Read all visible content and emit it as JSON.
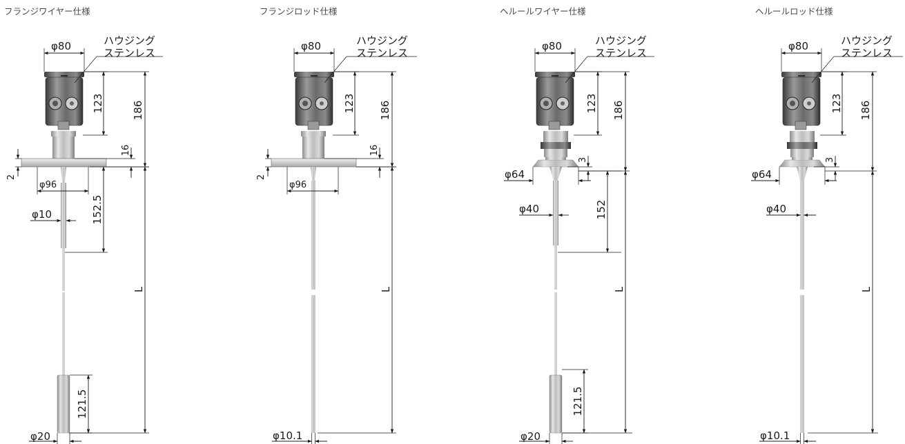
{
  "views": [
    {
      "title": "フランジワイヤー仕様",
      "housing_label": "ハウジング",
      "material_label": "ステンレス",
      "dim_housing_dia": "φ80",
      "dim_housing_h": "123",
      "dim_total_h": "186",
      "dim_conn_h": "16",
      "dim_plate_t": "2",
      "dim_conn_dia": "φ96",
      "dim_probe_dia": "φ10",
      "dim_probe_len": "152.5",
      "dim_L": "L",
      "dim_weight_len": "121.5",
      "dim_tip_dia": "φ20"
    },
    {
      "title": "フランジロッド仕様",
      "housing_label": "ハウジング",
      "material_label": "ステンレス",
      "dim_housing_dia": "φ80",
      "dim_housing_h": "123",
      "dim_total_h": "186",
      "dim_conn_h": "16",
      "dim_plate_t": "2",
      "dim_conn_dia": "φ96",
      "dim_L": "L",
      "dim_tip_dia": "φ10.1"
    },
    {
      "title": "ヘルールワイヤー仕様",
      "housing_label": "ハウジング",
      "material_label": "ステンレス",
      "dim_housing_dia": "φ80",
      "dim_housing_h": "123",
      "dim_total_h": "186",
      "dim_conn_h": "3",
      "dim_conn_dia": "φ64",
      "dim_probe_dia": "φ40",
      "dim_probe_len": "152",
      "dim_L": "L",
      "dim_weight_len": "121.5",
      "dim_tip_dia": "φ20"
    },
    {
      "title": "ヘルールロッド仕様",
      "housing_label": "ハウジング",
      "material_label": "ステンレス",
      "dim_housing_dia": "φ80",
      "dim_housing_h": "123",
      "dim_total_h": "186",
      "dim_conn_h": "3",
      "dim_conn_dia": "φ64",
      "dim_probe_dia": "φ40",
      "dim_L": "L",
      "dim_tip_dia": "φ10.1"
    }
  ]
}
